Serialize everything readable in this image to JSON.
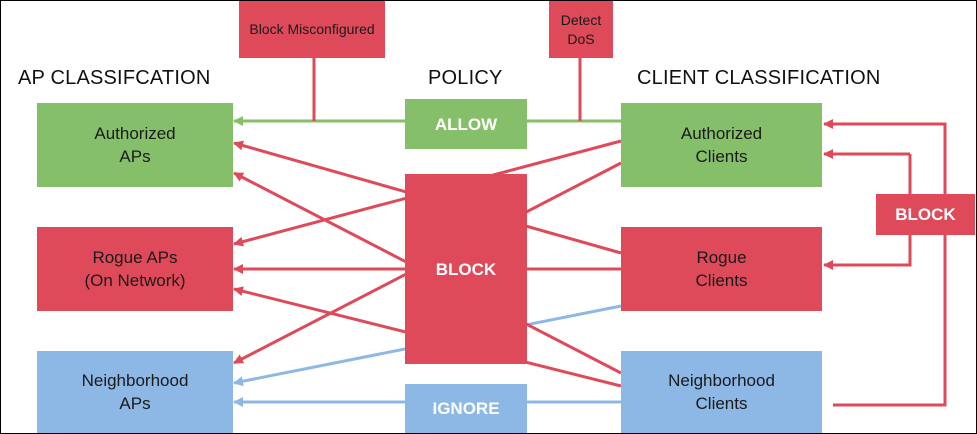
{
  "headings": {
    "ap": "AP CLASSIFCATION",
    "policy": "POLICY",
    "client": "CLIENT CLASSIFICATION"
  },
  "ap_boxes": {
    "authorized": [
      "Authorized",
      "APs"
    ],
    "rogue": [
      "Rogue APs",
      "(On Network)"
    ],
    "neighborhood": [
      "Neighborhood",
      "APs"
    ]
  },
  "client_boxes": {
    "authorized": [
      "Authorized",
      "Clients"
    ],
    "rogue": [
      "Rogue",
      "Clients"
    ],
    "neighborhood": [
      "Neighborhood",
      "Clients"
    ]
  },
  "policies": {
    "allow": "ALLOW",
    "block": "BLOCK",
    "ignore": "IGNORE",
    "client_block": "BLOCK"
  },
  "tags": {
    "block_misconfigured": [
      "Block",
      "Misconfigured"
    ],
    "detect_dos": [
      "Detect",
      "DoS"
    ]
  },
  "colors": {
    "green": "#86bf6a",
    "red": "#df4a5a",
    "blue": "#8db8e6"
  }
}
